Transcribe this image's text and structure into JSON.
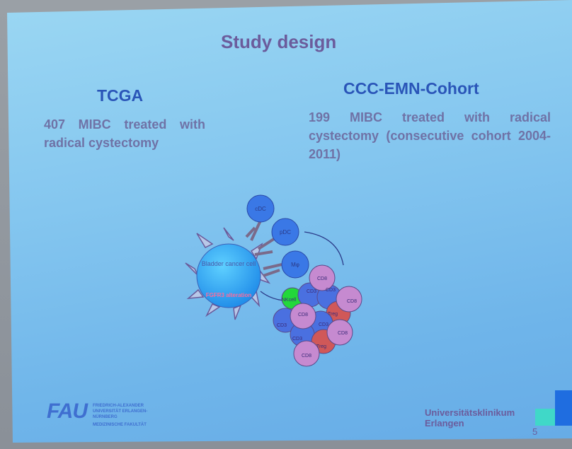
{
  "slide": {
    "title": "Study design",
    "left": {
      "heading": "TCGA",
      "text": "407 MIBC treated with radical cystectomy"
    },
    "right": {
      "heading": "CCC-EMN-Cohort",
      "text": "199 MIBC treated with radical cystectomy (consecutive cohort 2004-2011)"
    },
    "diagram": {
      "cancer_cell": "Bladder cancer cell",
      "alteration": "FGFR3 alteration",
      "cdc": "cDC",
      "pdc": "pDC",
      "mphi": "Mφ",
      "nk": "NKcell",
      "cd3": "CD3",
      "cd8": "CD8",
      "treg": "Treg"
    },
    "footer": {
      "logo_text": "FAU",
      "logo_sub": "FRIEDRICH-ALEXANDER UNIVERSITÄT ERLANGEN-NÜRNBERG",
      "logo_faculty": "MEDIZINISCHE FAKULTÄT",
      "institution_line1": "Universitätsklinikum",
      "institution_line2": "Erlangen",
      "page_number": "5"
    },
    "colors": {
      "title": "#6b5c9c",
      "heading": "#2a55b8",
      "body": "#6f72a6"
    }
  }
}
